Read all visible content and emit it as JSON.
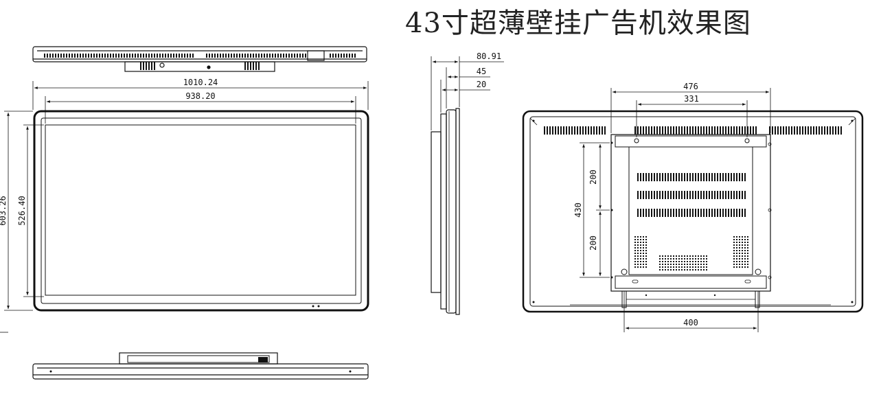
{
  "title": "43寸超薄壁挂广告机效果图",
  "front_view": {
    "overall_width": "1010.24",
    "screen_width": "938.20",
    "overall_height": "603.26",
    "screen_height": "526.40"
  },
  "side_view": {
    "total_depth": "80.91",
    "depth_2": "45",
    "depth_3": "20"
  },
  "back_view": {
    "bracket_width": "476",
    "hole_spacing_top": "331",
    "vesa_width": "400",
    "total_height": "430",
    "upper_spacing": "200",
    "lower_spacing": "200"
  }
}
